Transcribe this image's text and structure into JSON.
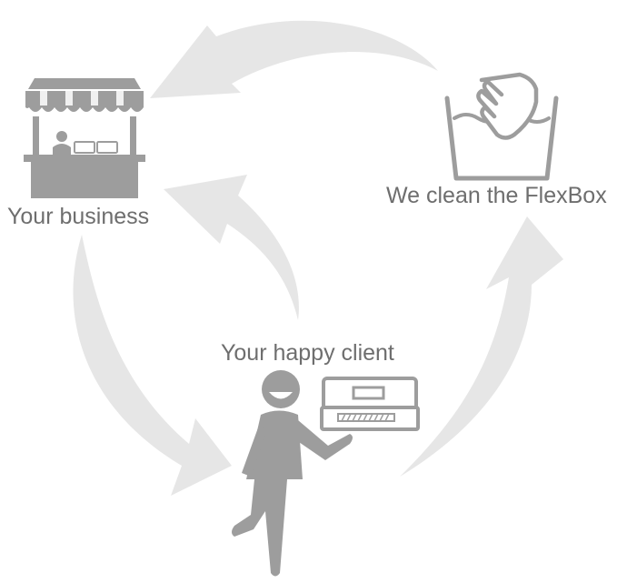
{
  "diagram": {
    "labels": {
      "business": "Your business",
      "clean": "We clean the FlexBox",
      "client": "Your happy client"
    },
    "icons": {
      "business": "shop-storefront-icon",
      "clean": "washing-basin-hand-icon",
      "client": "person-carrying-box-icon"
    },
    "colors": {
      "arrow": "#e6e6e6",
      "icon": "#9d9d9d",
      "label": "#6e6e6e",
      "background": "#ffffff"
    }
  }
}
